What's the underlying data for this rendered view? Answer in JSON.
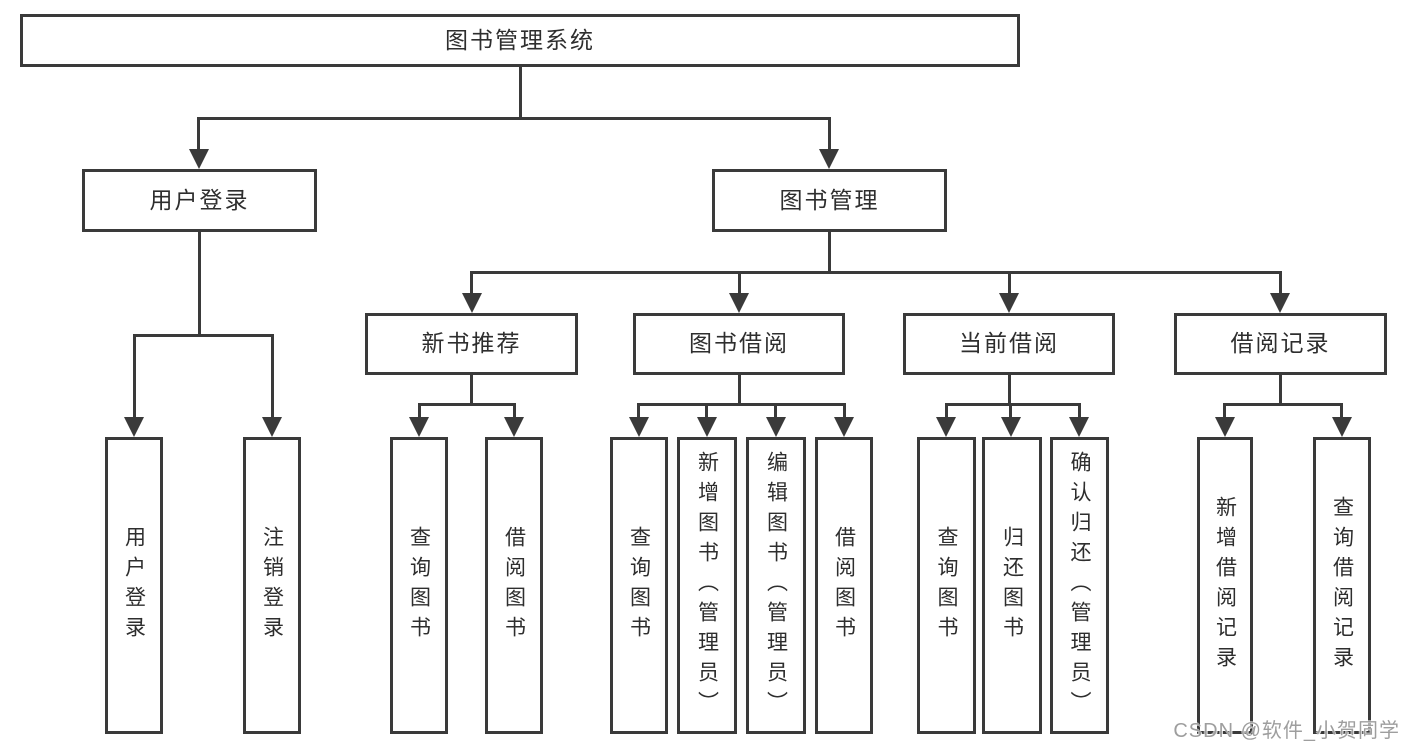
{
  "diagram": {
    "root": {
      "label": "图书管理系统"
    },
    "branches": [
      {
        "label": "用户登录",
        "children": [
          {
            "label": "用户登录"
          },
          {
            "label": "注销登录"
          }
        ]
      },
      {
        "label": "图书管理",
        "children": [
          {
            "label": "新书推荐",
            "children": [
              {
                "label": "查询图书"
              },
              {
                "label": "借阅图书"
              }
            ]
          },
          {
            "label": "图书借阅",
            "children": [
              {
                "label": "查询图书"
              },
              {
                "label": "新增图书（管理员）"
              },
              {
                "label": "编辑图书（管理员）"
              },
              {
                "label": "借阅图书"
              }
            ]
          },
          {
            "label": "当前借阅",
            "children": [
              {
                "label": "查询图书"
              },
              {
                "label": "归还图书"
              },
              {
                "label": "确认归还（管理员）"
              }
            ]
          },
          {
            "label": "借阅记录",
            "children": [
              {
                "label": "新增借阅记录"
              },
              {
                "label": "查询借阅记录"
              }
            ]
          }
        ]
      }
    ]
  },
  "watermark": {
    "text": "CSDN @软件_小贺同学"
  },
  "colors": {
    "line": "#3a3a3a",
    "text": "#2e2e2e",
    "background": "#ffffff",
    "watermark": "#9e9e9e"
  }
}
